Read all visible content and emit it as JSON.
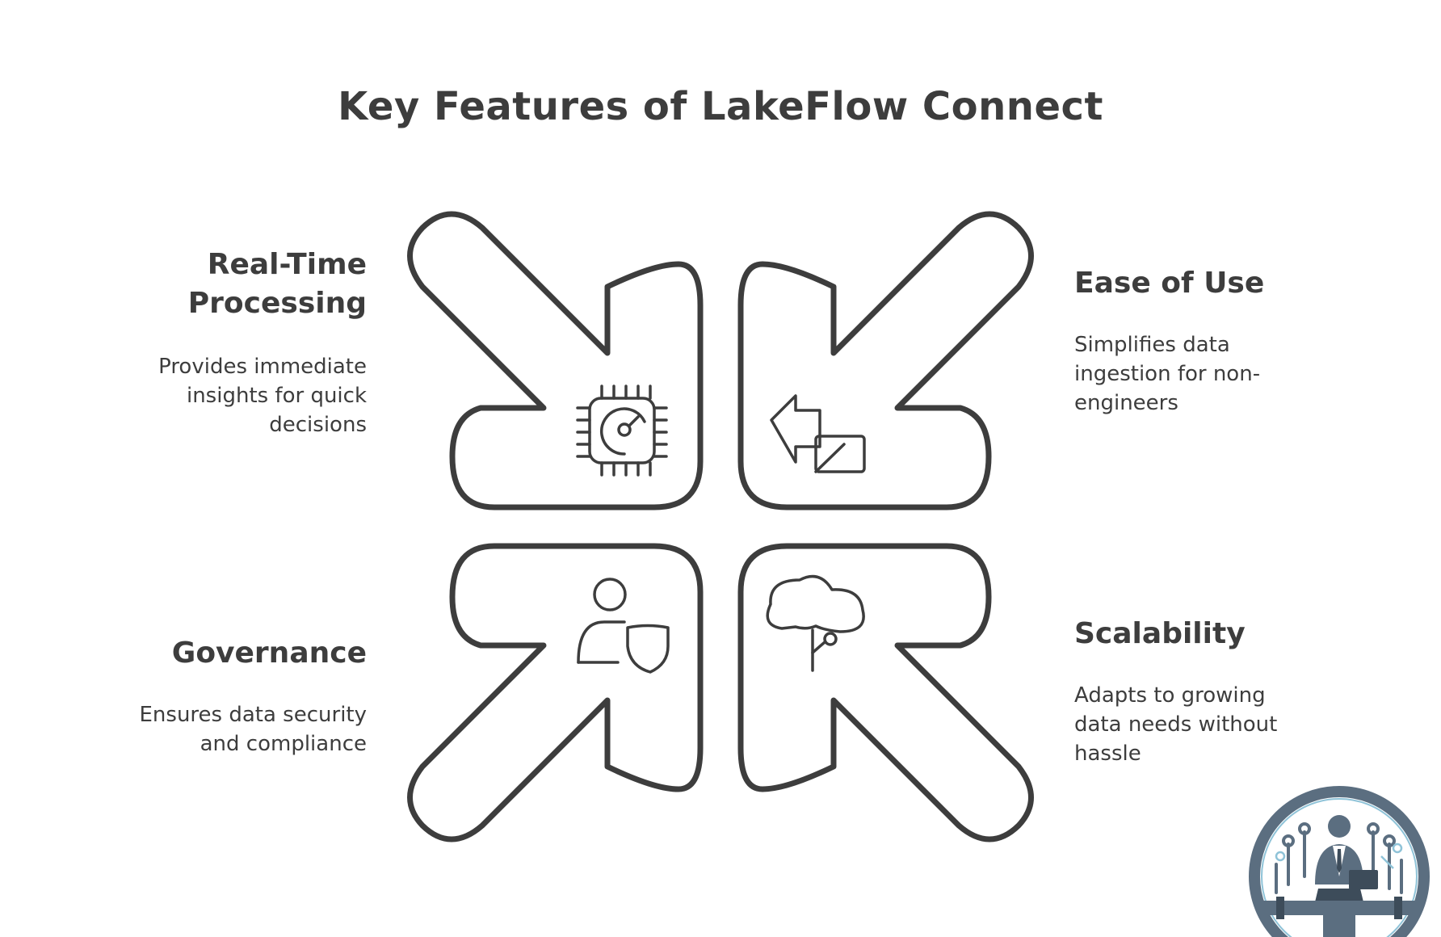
{
  "title": "Key Features of LakeFlow Connect",
  "features": [
    {
      "id": "realtime",
      "title": "Real-Time Processing",
      "title_lines": [
        "Real-Time",
        "Processing"
      ],
      "description_lines": [
        "Provides immediate",
        "insights for quick",
        "decisions"
      ],
      "icon": "processor-gauge-icon"
    },
    {
      "id": "ease",
      "title": "Ease of Use",
      "description_lines": [
        "Simplifies data",
        "ingestion for non-",
        "engineers"
      ],
      "icon": "arrow-import-icon"
    },
    {
      "id": "governance",
      "title": "Governance",
      "description_lines": [
        "Ensures data security",
        "and compliance"
      ],
      "icon": "user-shield-icon"
    },
    {
      "id": "scalability",
      "title": "Scalability",
      "description_lines": [
        "Adapts to growing",
        "data needs without",
        "hassle"
      ],
      "icon": "tree-cloud-icon"
    }
  ],
  "colors": {
    "stroke": "#3d3d3d",
    "background": "#ffffff",
    "logo_primary": "#5b6e80",
    "logo_accent": "#8fc3d8"
  }
}
